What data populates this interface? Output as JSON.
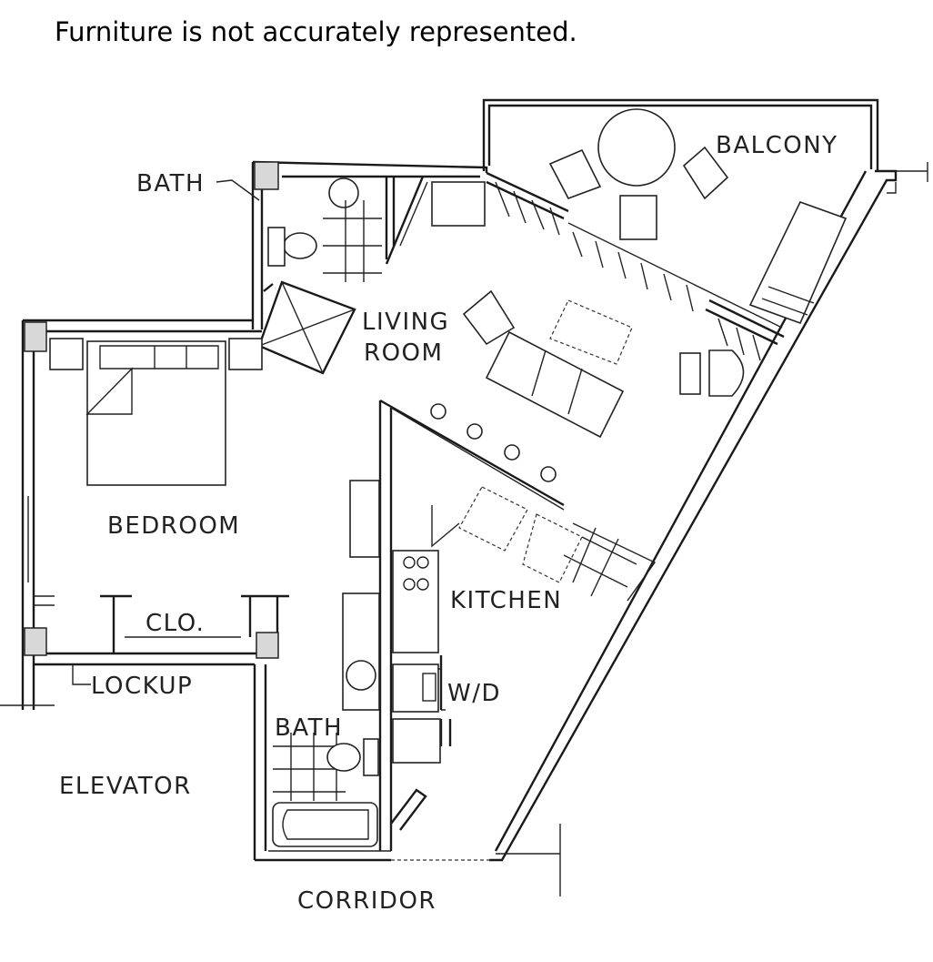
{
  "note": "Furniture is not accurately represented.",
  "rooms": {
    "balcony": "BALCONY",
    "bath_upper": "BATH",
    "living": "LIVING",
    "living_room": "ROOM",
    "bedroom": "BEDROOM",
    "clo": "CLO.",
    "kitchen": "KITCHEN",
    "lockup": "LOCKUP",
    "wd": "W/D",
    "bath_lower": "BATH",
    "elevator": "ELEVATOR",
    "corridor": "CORRIDOR"
  }
}
